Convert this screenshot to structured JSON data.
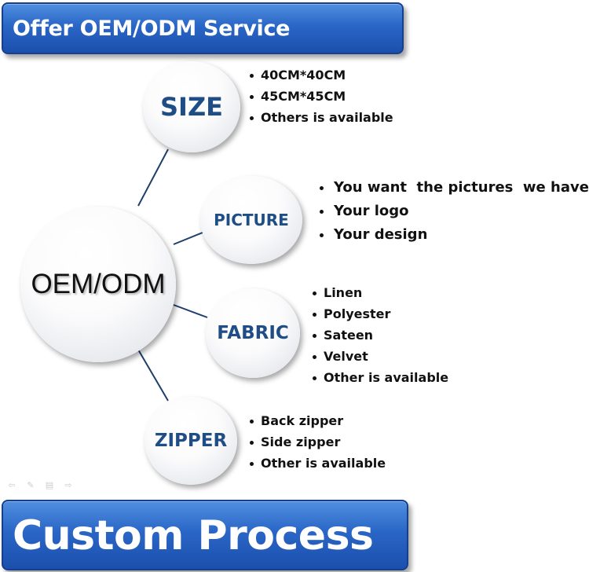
{
  "header": {
    "title": "Offer OEM/ODM Service"
  },
  "footer": {
    "title": "Custom Process"
  },
  "diagram": {
    "center": "OEM/ODM",
    "nodes": [
      {
        "label": "SIZE",
        "items": [
          "40CM*40CM",
          "45CM*45CM",
          "Others is available"
        ]
      },
      {
        "label": "PICTURE",
        "items": [
          "You want  the pictures  we have",
          "Your logo",
          "Your design"
        ]
      },
      {
        "label": "FABRIC",
        "items": [
          "Linen",
          "Polyester",
          "Sateen",
          "Velvet",
          "Other is available"
        ]
      },
      {
        "label": "ZIPPER",
        "items": [
          "Back zipper",
          "Side zipper",
          "Other is available"
        ]
      }
    ]
  },
  "colors": {
    "banner": "#2a66c6",
    "node_text": "#1f4e86",
    "connector": "#1e3f6b"
  },
  "icons": [
    "arrow-left-icon",
    "pen-icon",
    "menu-icon",
    "arrow-right-icon"
  ]
}
